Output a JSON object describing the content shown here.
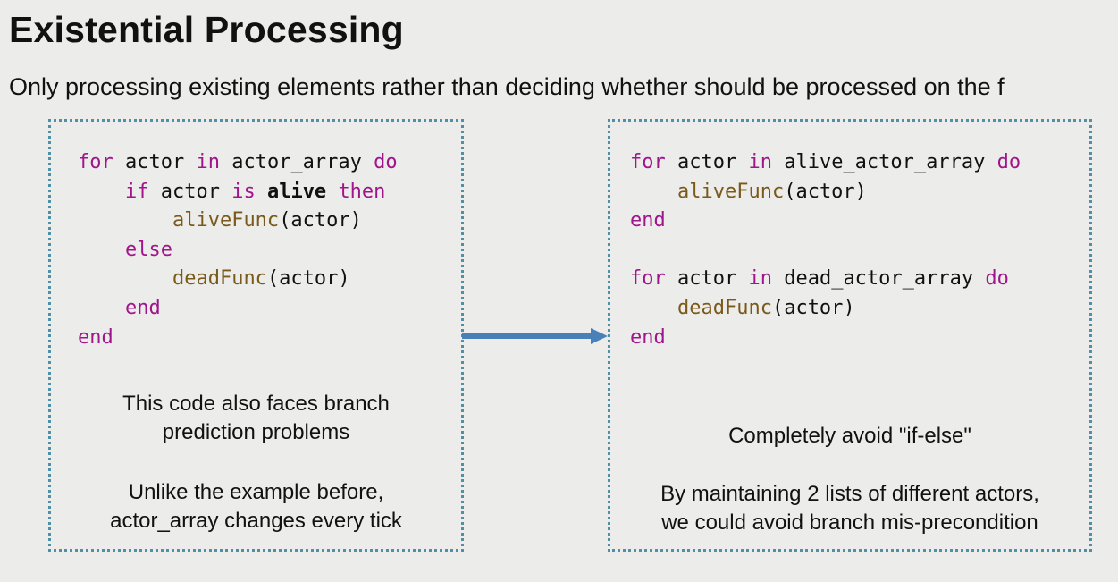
{
  "slide": {
    "title": "Existential Processing",
    "subtitle": "Only processing existing elements rather than deciding whether should be processed on the f"
  },
  "left_panel": {
    "code_lines": [
      [
        {
          "t": "for",
          "c": "kw"
        },
        {
          "t": " actor "
        },
        {
          "t": "in",
          "c": "kw"
        },
        {
          "t": " actor_array "
        },
        {
          "t": "do",
          "c": "kw"
        }
      ],
      [
        {
          "t": "    "
        },
        {
          "t": "if",
          "c": "kw"
        },
        {
          "t": " actor "
        },
        {
          "t": "is",
          "c": "kw"
        },
        {
          "t": " "
        },
        {
          "t": "alive",
          "c": "bold"
        },
        {
          "t": " "
        },
        {
          "t": "then",
          "c": "kw"
        }
      ],
      [
        {
          "t": "        "
        },
        {
          "t": "aliveFunc",
          "c": "fn"
        },
        {
          "t": "(actor)"
        }
      ],
      [
        {
          "t": "    "
        },
        {
          "t": "else",
          "c": "kw"
        }
      ],
      [
        {
          "t": "        "
        },
        {
          "t": "deadFunc",
          "c": "fn"
        },
        {
          "t": "(actor)"
        }
      ],
      [
        {
          "t": "    "
        },
        {
          "t": "end",
          "c": "kw"
        }
      ],
      [
        {
          "t": "end",
          "c": "kw"
        }
      ]
    ],
    "note1": [
      "This code also faces branch",
      "prediction problems"
    ],
    "note2": [
      "Unlike the example before,",
      "actor_array changes every tick"
    ]
  },
  "right_panel": {
    "code_lines": [
      [
        {
          "t": "for",
          "c": "kw"
        },
        {
          "t": " actor "
        },
        {
          "t": "in",
          "c": "kw"
        },
        {
          "t": " alive_actor_array "
        },
        {
          "t": "do",
          "c": "kw"
        }
      ],
      [
        {
          "t": "    "
        },
        {
          "t": "aliveFunc",
          "c": "fn"
        },
        {
          "t": "(actor)"
        }
      ],
      [
        {
          "t": "end",
          "c": "kw"
        }
      ],
      [
        {
          "t": ""
        }
      ],
      [
        {
          "t": "for",
          "c": "kw"
        },
        {
          "t": " actor "
        },
        {
          "t": "in",
          "c": "kw"
        },
        {
          "t": " dead_actor_array "
        },
        {
          "t": "do",
          "c": "kw"
        }
      ],
      [
        {
          "t": "    "
        },
        {
          "t": "deadFunc",
          "c": "fn"
        },
        {
          "t": "(actor)"
        }
      ],
      [
        {
          "t": "end",
          "c": "kw"
        }
      ]
    ],
    "note1": [
      "Completely avoid \"if-else\""
    ],
    "note2": [
      "By maintaining 2 lists of different actors,",
      "we could avoid branch mis-precondition"
    ]
  },
  "colors": {
    "keyword": "#a0158c",
    "function": "#7a5a1a",
    "panel_border": "#4f8fa8",
    "arrow": "#4a80b8"
  },
  "icons": {
    "arrow": "arrow-right-icon"
  }
}
